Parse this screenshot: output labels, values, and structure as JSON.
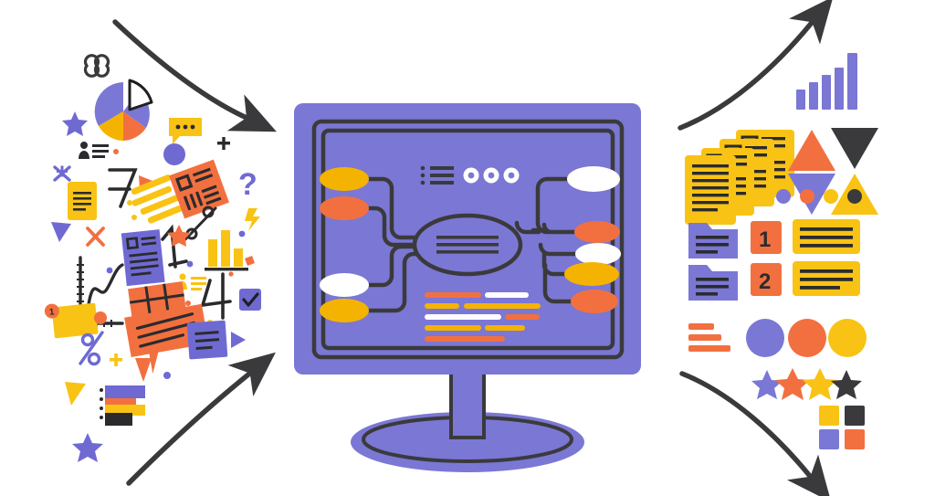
{
  "illustration": {
    "title": "Data chaos to structured information on a computer monitor",
    "background": "#ffffff"
  },
  "palette": {
    "purple": "#7B77D4",
    "purple_dark": "#6C67C8",
    "orange": "#F2703F",
    "yellow": "#F9C315",
    "amber": "#F5B301",
    "ink": "#3A3A3C",
    "white": "#FFFFFF",
    "black": "#333335"
  },
  "arrows": [
    {
      "name": "arrow-top-left-inward",
      "direction": "down-right",
      "color": "#3A3A3C"
    },
    {
      "name": "arrow-bottom-left-inward",
      "direction": "up-right",
      "color": "#3A3A3C"
    },
    {
      "name": "arrow-top-right-outward",
      "direction": "up-right",
      "color": "#3A3A3C"
    },
    {
      "name": "arrow-bottom-right-outward",
      "direction": "down-right",
      "color": "#3A3A3C"
    }
  ],
  "monitor": {
    "body_color": "#7B77D4",
    "screen_color": "#7B77D4",
    "frame_color": "#3A3A3C",
    "stand_color": "#7B77D4",
    "base_color": "#7B77D4",
    "toolbar": {
      "list_icon": "list-icon",
      "dots": [
        "ring-dot-1",
        "ring-dot-2",
        "ring-dot-3"
      ]
    },
    "mindmap": {
      "center_node": {
        "name": "center-node",
        "fill": "#7B77D4",
        "stroke": "#3A3A3C",
        "lines": 3
      },
      "left_nodes": [
        {
          "name": "node-left-1",
          "color": "#F5B301"
        },
        {
          "name": "node-left-2",
          "color": "#F2703F"
        },
        {
          "name": "node-left-3",
          "color": "#FFFFFF"
        },
        {
          "name": "node-left-4",
          "color": "#F5B301"
        }
      ],
      "right_nodes": [
        {
          "name": "node-right-1",
          "color": "#FFFFFF"
        },
        {
          "name": "node-right-2",
          "color": "#F2703F"
        },
        {
          "name": "node-right-3",
          "color": "#FFFFFF"
        },
        {
          "name": "node-right-4",
          "color": "#F5B301"
        },
        {
          "name": "node-right-5",
          "color": "#F2703F"
        }
      ]
    },
    "text_rows": [
      [
        {
          "color": "#F2703F",
          "w": 62
        },
        {
          "color": "#FFFFFF",
          "w": 48
        }
      ],
      [
        {
          "color": "#F5B301",
          "w": 38
        },
        {
          "color": "#F5B301",
          "w": 84
        }
      ],
      [
        {
          "color": "#FFFFFF",
          "w": 84
        },
        {
          "color": "#F2703F",
          "w": 38
        }
      ],
      [
        {
          "color": "#F5B301",
          "w": 62
        },
        {
          "color": "#F5B301",
          "w": 44
        }
      ],
      [
        {
          "color": "#F2703F",
          "w": 88
        }
      ]
    ]
  },
  "left_cluster": {
    "label": "unstructured data icons",
    "items": [
      "infinity-symbol",
      "pie-chart",
      "star-purple",
      "chat-bubble-yellow",
      "person-list-icon",
      "plus-purple",
      "triangle-orange",
      "circle-purple",
      "plus-black",
      "question-mark-purple",
      "x-purple",
      "seven-glyph",
      "note-yellow",
      "yellow-stripes",
      "qr-card-orange",
      "percent-black",
      "lightning-yellow",
      "triangle-purple",
      "x-orange",
      "document-purple",
      "one-glyph",
      "star-orange",
      "bar-chart-yellow",
      "line-graph-axes",
      "person-list-yellow",
      "four-glyph",
      "checkbox-purple",
      "folder-yellow",
      "table-orange",
      "speech-bubble-orange",
      "document-purple-2",
      "play-triangle-purple",
      "percent-purple",
      "plus-yellow",
      "triangle-yellow",
      "stacked-bars",
      "star-purple-2",
      "dot-orange",
      "dot-purple",
      "dot-yellow"
    ]
  },
  "right_cluster": {
    "label": "structured data icons",
    "bar_chart": {
      "name": "bar-chart-purple",
      "values": [
        28,
        45,
        62,
        78,
        100
      ],
      "color": "#7B77D4"
    },
    "document_stack": {
      "name": "document-stack-yellow",
      "count": 4,
      "color": "#F9C315"
    },
    "triangles": [
      {
        "name": "triangle-up-orange",
        "color": "#F2703F"
      },
      {
        "name": "triangle-down-dark",
        "color": "#3A3A3C"
      },
      {
        "name": "triangle-down-purple",
        "color": "#7B77D4"
      },
      {
        "name": "triangle-up-yellow",
        "color": "#F9C315"
      }
    ],
    "dots": [
      "#7B77D4",
      "#F2703F",
      "#F9C315",
      "#3A3A3C"
    ],
    "rows": [
      {
        "folder": "folder-purple",
        "badge_label": "1",
        "badge_color": "#F2703F",
        "card": "card-yellow"
      },
      {
        "folder": "folder-purple-2",
        "badge_label": "2",
        "badge_color": "#F2703F",
        "card": "card-yellow-2"
      }
    ],
    "lines_block": {
      "name": "lines-orange",
      "color": "#F2703F",
      "count": 3
    },
    "circles": [
      "#7B77D4",
      "#F2703F",
      "#F9C315"
    ],
    "stars": [
      "#7B77D4",
      "#F2703F",
      "#F9C315",
      "#3A3A3C"
    ],
    "squares": [
      "#F9C315",
      "#3A3A3C",
      "#7B77D4",
      "#F2703F"
    ]
  }
}
